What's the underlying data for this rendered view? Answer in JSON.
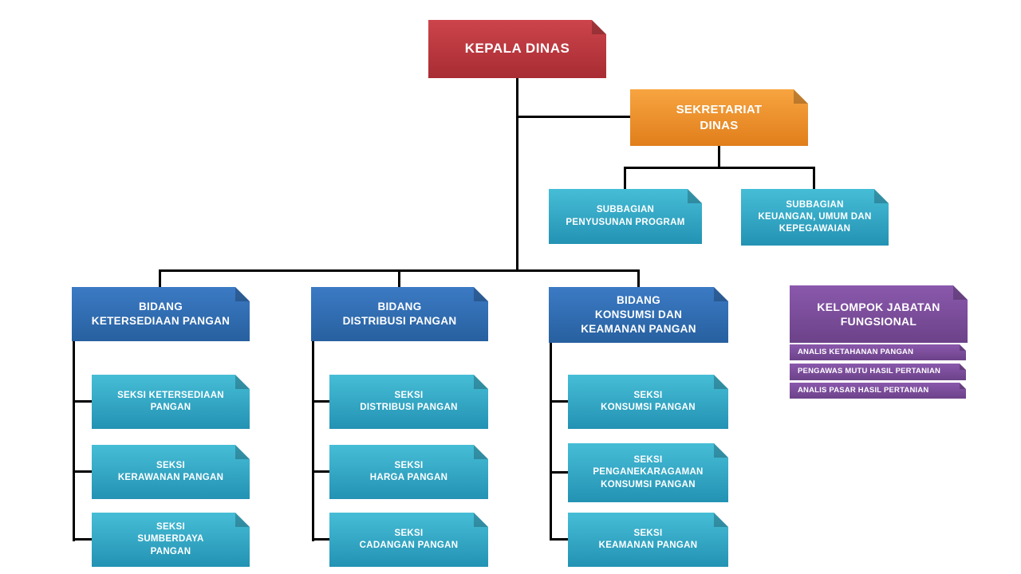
{
  "palette": {
    "kepala_red": "#C13A41",
    "sekretariat_orange": "#F0932B",
    "seksi_teal": "#35AECD",
    "bidang_blue": "#2E6FB7",
    "fungsional_purple": "#7B4E9E",
    "connector_black": "#000000",
    "background_white": "#FFFFFF",
    "text_white": "#FFFFFF"
  },
  "org": {
    "root": "KEPALA DINAS",
    "sekretariat": "SEKRETARIAT\nDINAS",
    "subbagian": [
      "SUBBAGIAN\nPENYUSUNAN PROGRAM",
      "SUBBAGIAN\nKEUANGAN, UMUM DAN\nKEPEGAWAIAN"
    ],
    "bidang": [
      {
        "label": "BIDANG\nKETERSEDIAAN PANGAN",
        "seksi": [
          "SEKSI KETERSEDIAAN\nPANGAN",
          "SEKSI\nKERAWANAN PANGAN",
          "SEKSI\nSUMBERDAYA\nPANGAN"
        ]
      },
      {
        "label": "BIDANG\nDISTRIBUSI PANGAN",
        "seksi": [
          "SEKSI\nDISTRIBUSI PANGAN",
          "SEKSI\nHARGA PANGAN",
          "SEKSI\nCADANGAN PANGAN"
        ]
      },
      {
        "label": "BIDANG\nKONSUMSI DAN\nKEAMANAN PANGAN",
        "seksi": [
          "SEKSI\nKONSUMSI PANGAN",
          "SEKSI\nPENGANEKARAGAMAN\nKONSUMSI PANGAN",
          "SEKSI\nKEAMANAN PANGAN"
        ]
      }
    ],
    "fungsional": {
      "label": "KELOMPOK JABATAN\nFUNGSIONAL",
      "items": [
        "ANALIS KETAHANAN PANGAN",
        "PENGAWAS MUTU HASIL PERTANIAN",
        "ANALIS PASAR HASIL PERTANIAN"
      ]
    }
  }
}
